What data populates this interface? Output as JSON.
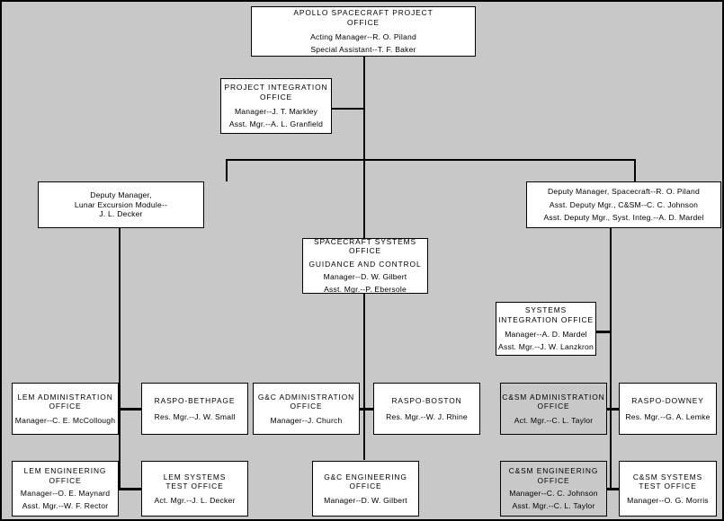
{
  "chart": {
    "type": "org-chart",
    "title": "Apollo Spacecraft Project Office Organization",
    "background_color": "#c8c8c8",
    "node_fill": "#ffffff",
    "node_shaded_fill": "#c8c8c8",
    "line_color": "#000000"
  },
  "nodes": {
    "apollo_spacecraft_project_office": {
      "header_1": "APOLLO SPACECRAFT PROJECT",
      "header_2": "OFFICE",
      "row_1": "Acting Manager--R. O. Piland",
      "row_2": "Special Assistant--T. F. Baker"
    },
    "project_integration_office": {
      "header_1": "PROJECT INTEGRATION",
      "header_2": "OFFICE",
      "row_1": "Manager--J. T. Markley",
      "row_2": "Asst. Mgr.--A. L. Granfield"
    },
    "deputy_manager_lem": {
      "row_1": "Deputy Manager,",
      "row_2": "Lunar Excursion Module--",
      "row_3": "J. L. Decker"
    },
    "deputy_manager_spacecraft": {
      "row_1": "Deputy Manager, Spacecraft--R. O. Piland",
      "row_2": "Asst. Deputy Mgr., C&SM--C. C. Johnson",
      "row_3": "Asst. Deputy Mgr., Syst. Integ.--A. D. Mardel"
    },
    "spacecraft_systems_office": {
      "header_1": "SPACECRAFT SYSTEMS OFFICE",
      "header_2": "GUIDANCE AND CONTROL",
      "row_1": "Manager--D. W. Gilbert",
      "row_2": "Asst. Mgr.--P. Ebersole"
    },
    "systems_integration_office": {
      "header_1": "SYSTEMS",
      "header_2": "INTEGRATION OFFICE",
      "row_1": "Manager--A. D. Mardel",
      "row_2": "Asst. Mgr.--J. W. Lanzkron"
    },
    "lem_administration_office": {
      "header_1": "LEM ADMINISTRATION",
      "header_2": "OFFICE",
      "row_1": "Manager--C. E. McCollough"
    },
    "raspo_bethpage": {
      "header_1": "RASPO-BETHPAGE",
      "row_1": "Res. Mgr.--J. W. Small"
    },
    "gc_administration_office": {
      "header_1": "G&C ADMINISTRATION",
      "header_2": "OFFICE",
      "row_1": "Manager--J. Church"
    },
    "raspo_boston": {
      "header_1": "RASPO-BOSTON",
      "row_1": "Res. Mgr.--W. J. Rhine"
    },
    "csm_administration_office": {
      "header_1": "C&SM ADMINISTRATION",
      "header_2": "OFFICE",
      "row_1": "Act. Mgr.--C. L. Taylor"
    },
    "raspo_downey": {
      "header_1": "RASPO-DOWNEY",
      "row_1": "Res. Mgr.--G. A. Lemke"
    },
    "lem_engineering_office": {
      "header_1": "LEM ENGINEERING",
      "header_2": "OFFICE",
      "row_1": "Manager--O. E. Maynard",
      "row_2": "Asst. Mgr.--W. F. Rector"
    },
    "lem_systems_test_office": {
      "header_1": "LEM SYSTEMS",
      "header_2": "TEST OFFICE",
      "row_1": "Act. Mgr.--J. L. Decker"
    },
    "gc_engineering_office": {
      "header_1": "G&C ENGINEERING",
      "header_2": "OFFICE",
      "row_1": "Manager--D. W. Gilbert"
    },
    "csm_engineering_office": {
      "header_1": "C&SM ENGINEERING",
      "header_2": "OFFICE",
      "row_1": "Manager--C. C. Johnson",
      "row_2": "Asst. Mgr.--C. L. Taylor"
    },
    "csm_systems_test_office": {
      "header_1": "C&SM SYSTEMS",
      "header_2": "TEST OFFICE",
      "row_1": "Manager--O. G. Morris"
    }
  }
}
